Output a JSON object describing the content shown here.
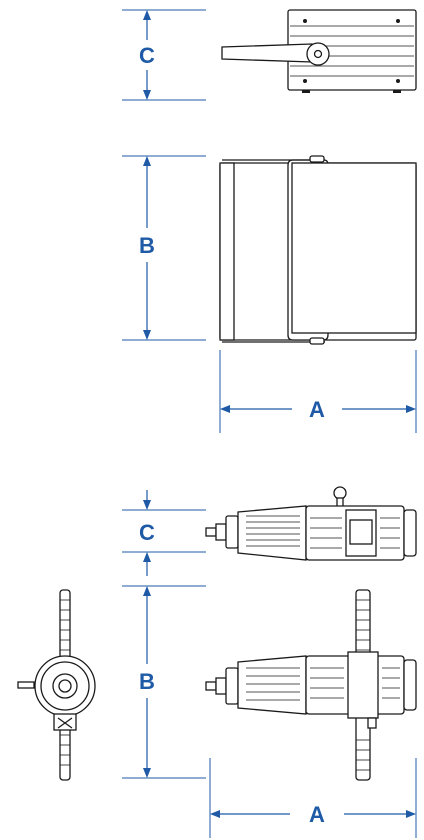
{
  "colors": {
    "dimension": "#1f5aa6",
    "outline": "#1a1a1a",
    "background": "#ffffff"
  },
  "top_drawing": {
    "labels": {
      "c": "C",
      "b": "B",
      "a": "A"
    }
  },
  "bottom_drawing": {
    "labels": {
      "c": "C",
      "b": "B",
      "a": "A"
    }
  }
}
